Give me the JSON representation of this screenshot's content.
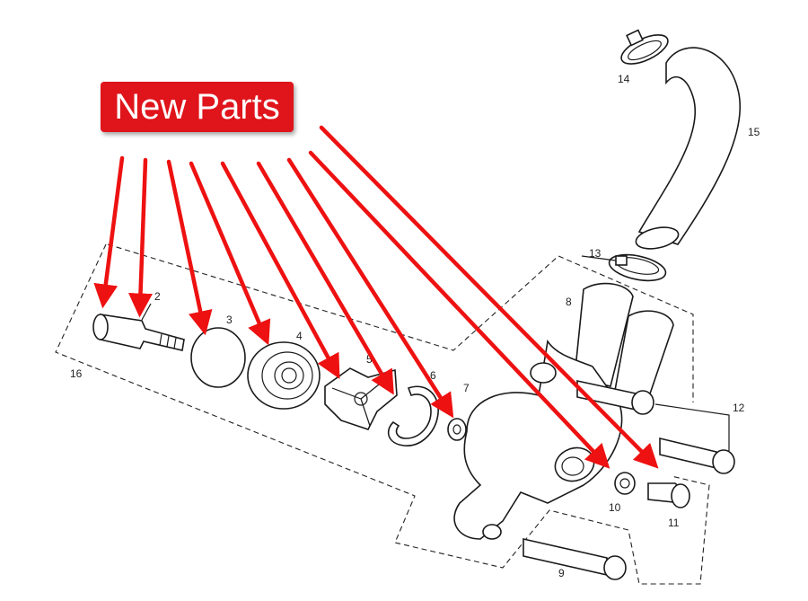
{
  "callout": {
    "text": "New Parts",
    "color": "#e0141b",
    "text_color": "#ffffff"
  },
  "arrow_color": "#ee1111",
  "part_numbers": {
    "p2": "2",
    "p3": "3",
    "p4": "4",
    "p5": "5",
    "p6": "6",
    "p7": "7",
    "p8": "8",
    "p9": "9",
    "p10": "10",
    "p11": "11",
    "p12": "12",
    "p13": "13",
    "p14": "14",
    "p15": "15",
    "p16": "16"
  }
}
